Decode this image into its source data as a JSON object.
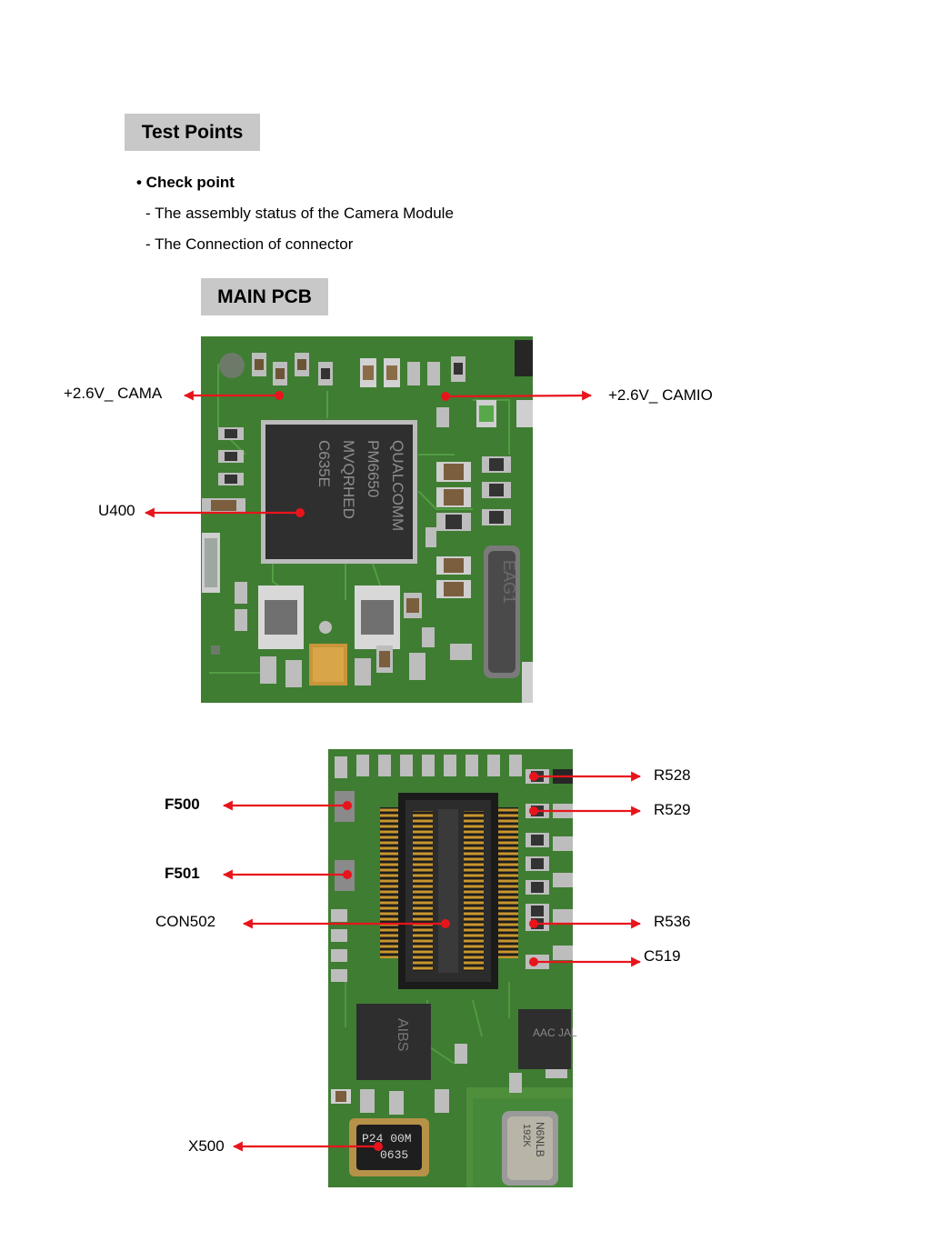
{
  "header": {
    "title": "Test Points",
    "check_heading": "• Check point",
    "check_items": [
      "- The assembly status of the Camera Module",
      "- The Connection of connector"
    ],
    "board_title": "MAIN PCB"
  },
  "board1": {
    "silkscreen_chip": [
      "QUALCOMM",
      "PM6650",
      "MVQRHED",
      "C635E"
    ],
    "silkscreen_side": "EAG1",
    "labels": {
      "cama": "+2.6V_ CAMA",
      "camio": "+2.6V_ CAMIO",
      "u400": "U400"
    }
  },
  "board2": {
    "silkscreen_chips": [
      "AIBS",
      "AAC JAL"
    ],
    "silkscreen_crystal": [
      "P24 00M",
      "0635"
    ],
    "silkscreen_osc": [
      "N6NLB",
      "192K"
    ],
    "labels": {
      "f500": "F500",
      "f501": "F501",
      "con502": "CON502",
      "x500": "X500",
      "r528": "R528",
      "r529": "R529",
      "r536": "R536",
      "c519": "C519"
    }
  },
  "colors": {
    "pcb_green": "#3f7d32",
    "pcb_trace": "#4f9a40",
    "arrow_red": "#e8141c",
    "label_box": "#c8c8c8"
  }
}
